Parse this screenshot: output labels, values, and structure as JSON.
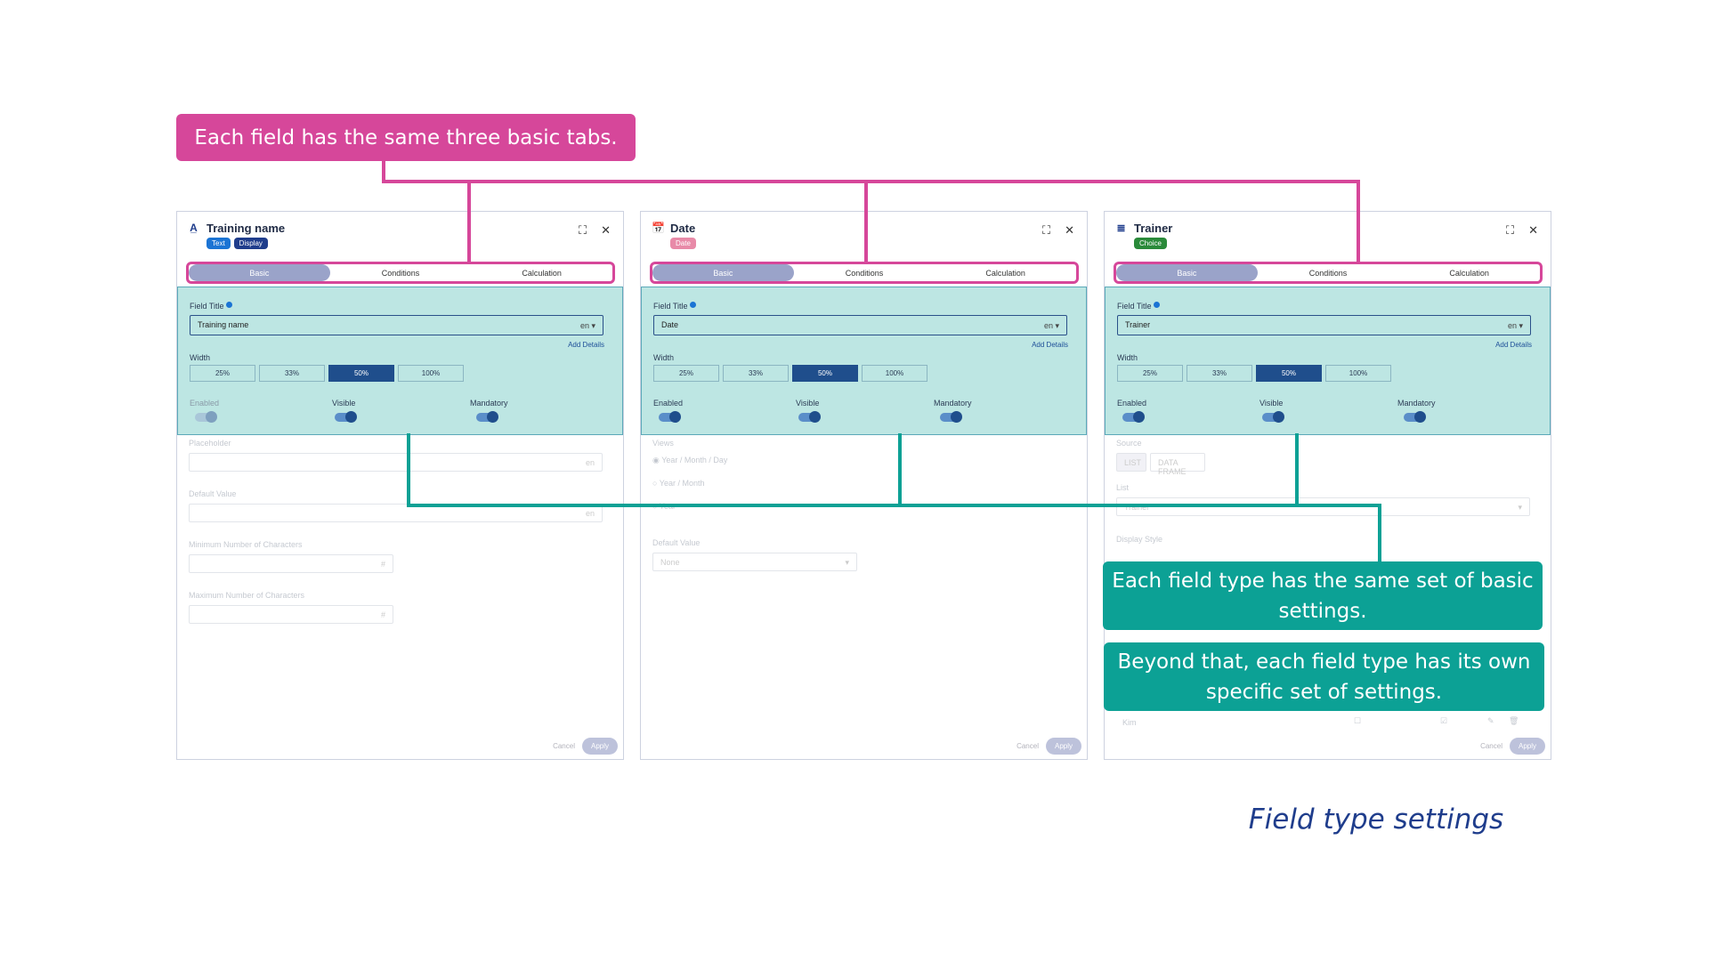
{
  "callouts": {
    "tabs_note": "Each field has the same three basic tabs.",
    "basic_note": "Each field type has the same set of basic settings.",
    "specific_note": "Beyond that, each field type has its own specific set of settings."
  },
  "caption": "Field type settings",
  "colors": {
    "pink": "#d6479a",
    "teal": "#0ca195",
    "caption": "#1f3d8c",
    "basic_bg": "#bde6e3",
    "selected_width": "#1f4e8c"
  },
  "tabs": [
    "Basic",
    "Conditions",
    "Calculation"
  ],
  "common": {
    "field_title_label": "Field Title",
    "lang": "en",
    "add_details": "Add Details",
    "width_label": "Width",
    "widths": [
      "25%",
      "33%",
      "50%",
      "100%"
    ],
    "selected_width": "50%",
    "enabled": "Enabled",
    "visible": "Visible",
    "mandatory": "Mandatory",
    "cancel": "Cancel",
    "apply": "Apply",
    "maximize_icon": "expand-icon",
    "close_icon": "close-icon"
  },
  "panels": [
    {
      "title": "Training name",
      "icon": "text-field-icon",
      "badges": [
        {
          "label": "Text",
          "color": "#1b74d4"
        },
        {
          "label": "Display",
          "color": "#1f3d8c"
        }
      ],
      "field_title": "Training name",
      "fields": {
        "placeholder": "Placeholder",
        "default_value": "Default Value",
        "min_chars": "Minimum Number of Characters",
        "max_chars": "Maximum Number of Characters",
        "hash": "#"
      }
    },
    {
      "title": "Date",
      "icon": "calendar-icon",
      "badges": [
        {
          "label": "Date",
          "color": "#e88aa8"
        }
      ],
      "field_title": "Date",
      "fields": {
        "views": "Views",
        "view_options": [
          "Year / Month / Day",
          "Year / Month",
          "Year"
        ],
        "default_value": "Default Value",
        "default_value_val": "None"
      }
    },
    {
      "title": "Trainer",
      "icon": "choice-icon",
      "badges": [
        {
          "label": "Choice",
          "color": "#2a8a3a"
        }
      ],
      "field_title": "Trainer",
      "fields": {
        "source": "Source",
        "source_options": [
          "LIST",
          "DATA FRAME"
        ],
        "list_label": "List",
        "list_value": "Trainer",
        "display_style": "Display Style",
        "row_item": "Kim"
      }
    }
  ]
}
